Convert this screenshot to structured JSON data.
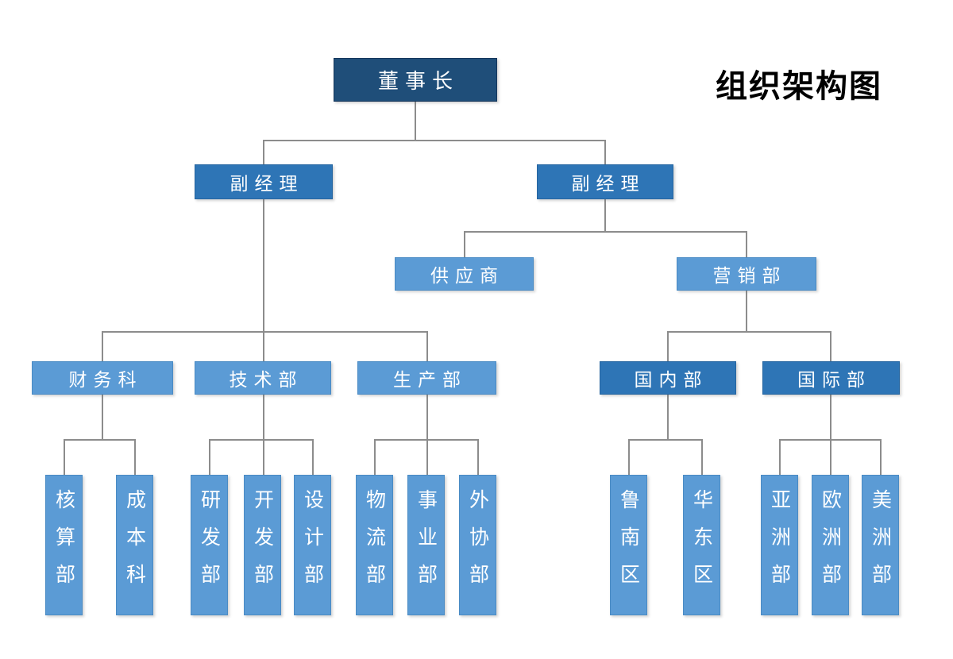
{
  "page_title": "组织架构图",
  "colors": {
    "level1": "#1f4e79",
    "level2": "#2e75b6",
    "level3": "#5b9bd5",
    "connector": "#8c8c8c",
    "node_text": "#ffffff",
    "title_text": "#000000",
    "background": "#ffffff"
  },
  "nodes": {
    "chairman": "董事长",
    "deputy_left": "副经理",
    "deputy_right": "副经理",
    "supplier": "供应商",
    "marketing": "营销部",
    "finance": "财务科",
    "tech": "技术部",
    "production": "生产部",
    "domestic": "国内部",
    "international": "国际部"
  },
  "leaves": {
    "finance": [
      "核算部",
      "成本科"
    ],
    "tech": [
      "研发部",
      "开发部",
      "设计部"
    ],
    "production": [
      "物流部",
      "事业部",
      "外协部"
    ],
    "domestic": [
      "鲁南区",
      "华东区"
    ],
    "international": [
      "亚洲部",
      "欧洲部",
      "美洲部"
    ]
  }
}
